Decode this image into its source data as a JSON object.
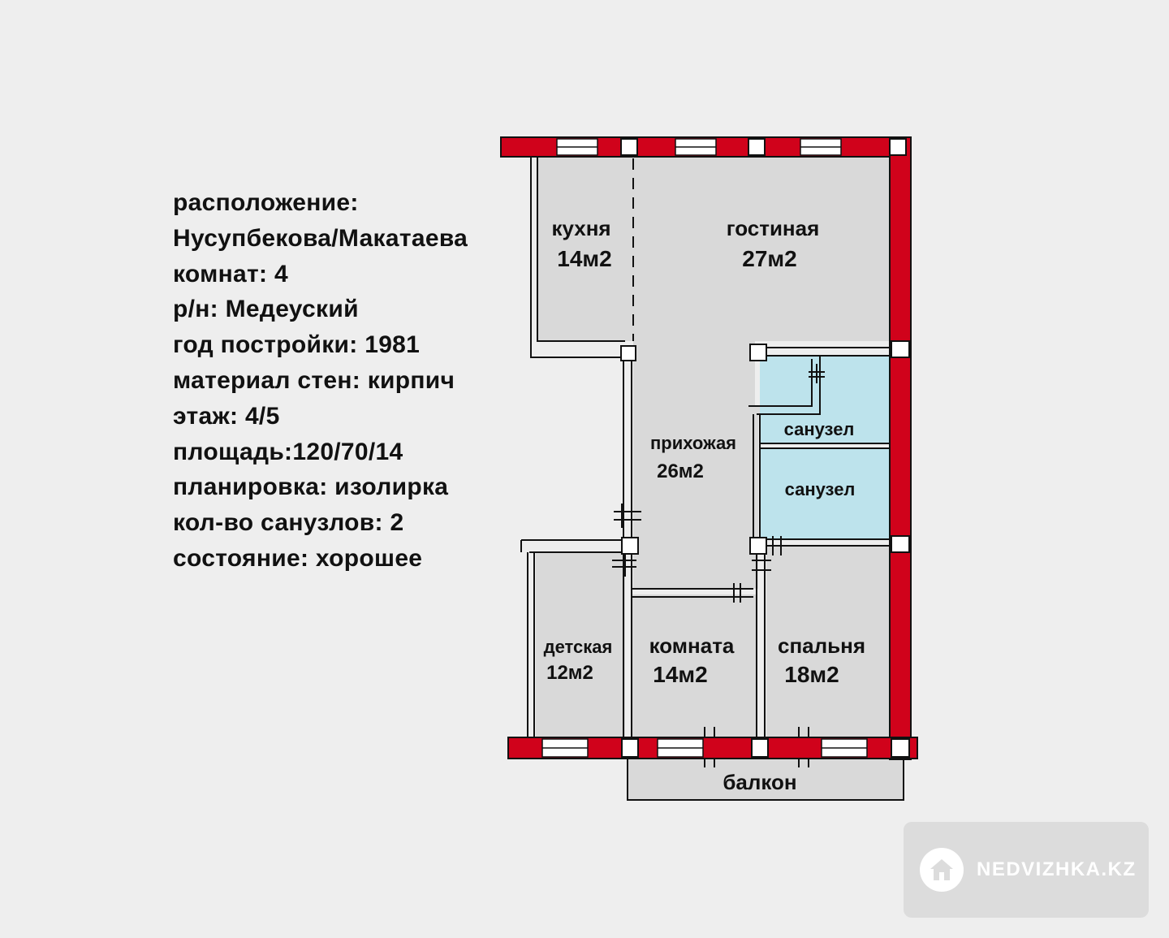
{
  "info": {
    "lines": [
      "расположение:",
      "Нусупбекова/Макатаева",
      "комнат: 4",
      "р/н: Медеуский",
      "год постройки: 1981",
      "материал стен: кирпич",
      "этаж: 4/5",
      "площадь:120/70/14",
      "планировка: изолирка",
      "кол-во санузлов: 2",
      "состояние: хорошее"
    ]
  },
  "plan": {
    "kitchen": {
      "name": "кухня",
      "area": "14м2"
    },
    "living": {
      "name": "гостиная",
      "area": "27м2"
    },
    "hall": {
      "name": "прихожая",
      "area": "26м2"
    },
    "bath1": {
      "name": "санузел"
    },
    "bath2": {
      "name": "санузел"
    },
    "kids": {
      "name": "детская",
      "area": "12м2"
    },
    "room": {
      "name": "комната",
      "area": "14м2"
    },
    "bedroom": {
      "name": "спальня",
      "area": "18м2"
    },
    "balcony": {
      "name": "балкон"
    }
  },
  "colors": {
    "wall": "#d0021b",
    "floor": "#d9d9d9",
    "bath": "#bde3ec",
    "background": "#eeeeee"
  },
  "watermark": {
    "text": "NEDVIZHKA.KZ",
    "icon": "home-icon"
  }
}
